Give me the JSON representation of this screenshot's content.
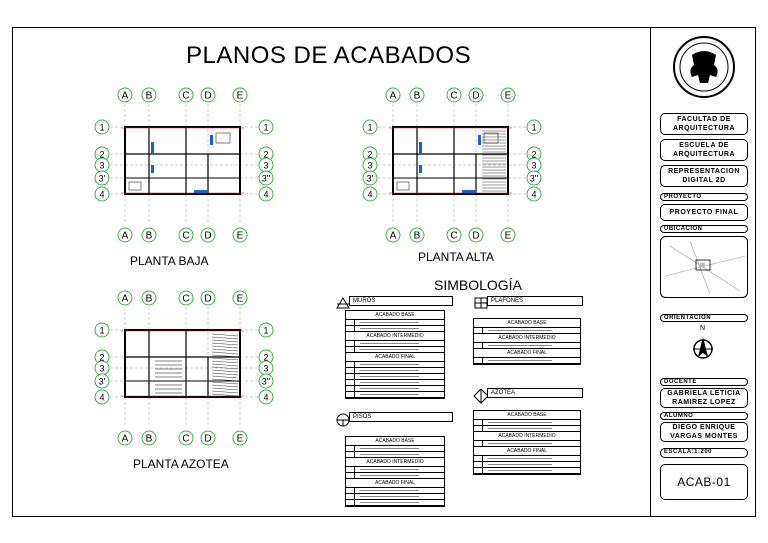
{
  "title": "PLANOS DE ACABADOS",
  "plans": [
    {
      "label": "PLANTA BAJA"
    },
    {
      "label": "PLANTA ALTA"
    },
    {
      "label": "PLANTA AZOTEA"
    }
  ],
  "grid": {
    "columns": [
      "A",
      "B",
      "C",
      "D",
      "E"
    ],
    "rows_left": [
      "1",
      "2",
      "3",
      "3'",
      "4"
    ],
    "rows_right": [
      "1",
      "2",
      "3",
      "3''",
      "4"
    ]
  },
  "simbologia": {
    "title": "SIMBOLOGÍA",
    "muros": {
      "label": "MUROS",
      "headers": [
        "ACABADO BASE",
        "ACABADO INTERMEDIO",
        "ACABADO FINAL"
      ]
    },
    "plafones": {
      "label": "PLAFONES",
      "headers": [
        "ACABADO BASE",
        "ACABADO INTERMEDIO",
        "ACABADO FINAL"
      ]
    },
    "pisos": {
      "label": "PISOS",
      "headers": [
        "ACABADO BASE",
        "ACABADO INTERMEDIO",
        "ACABADO FINAL"
      ]
    },
    "azotea": {
      "label": "AZOTEA",
      "headers": [
        "ACABADO BASE",
        "ACABADO INTERMEDIO",
        "ACABADO FINAL"
      ]
    }
  },
  "sidebar": {
    "facultad": "FACULTAD DE ARQUITECTURA",
    "escuela": "ESCUELA DE ARQUITECTURA",
    "materia": "REPRESENTACION DIGITAL 2D",
    "proyecto_label": "PROYECTO",
    "proyecto": "PROYECTO FINAL",
    "ubicacion_label": "UBICACION",
    "orientacion_label": "ORIENTACION",
    "north": "N",
    "docente_label": "DOCENTE",
    "docente": "GABRIELA LETICIA RAMIREZ LOPEZ",
    "alumno_label": "ALUMNO",
    "alumno": "DIEGO ENRIQUE VARGAS MONTES",
    "escala": "ESCALA:1:200",
    "sheet": "ACAB-01"
  }
}
